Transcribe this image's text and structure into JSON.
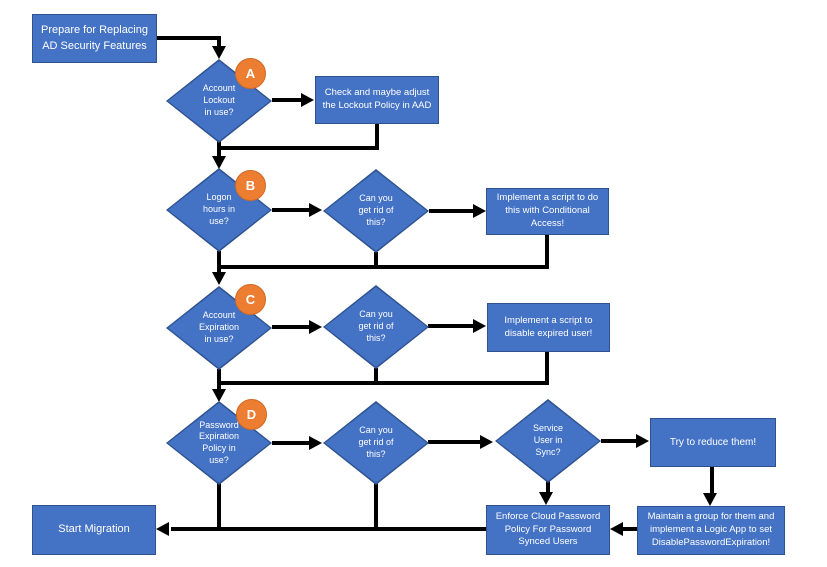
{
  "colors": {
    "node_fill": "#4472C4",
    "node_border": "#2F528F",
    "badge_fill": "#ED7D31",
    "badge_border": "#CE6A24",
    "arrow": "#000000",
    "text": "#FFFFFF",
    "background": "#FFFFFF"
  },
  "nodes": {
    "prepare": {
      "label": "Prepare for Replacing\nAD Security Features"
    },
    "account_lockout": {
      "badge": "A",
      "label": "Account\nLockout\nin use?"
    },
    "check_lockout_policy": {
      "label": "Check and maybe adjust\nthe Lockout Policy in AAD"
    },
    "logon_hours": {
      "badge": "B",
      "label": "Logon\nhours in\nuse?"
    },
    "can_get_rid_b": {
      "label": "Can you\nget rid of\nthis?"
    },
    "conditional_access": {
      "label": "Implement a script to do\nthis with Conditional\nAccess!"
    },
    "account_expiration": {
      "badge": "C",
      "label": "Account\nExpiration\nin use?"
    },
    "can_get_rid_c": {
      "label": "Can you\nget rid of\nthis?"
    },
    "disable_expired": {
      "label": "Implement a script to\ndisable expired user!"
    },
    "password_expiration": {
      "badge": "D",
      "label": "Password\nExpiration\nPolicy in\nuse?"
    },
    "can_get_rid_d": {
      "label": "Can you\nget rid of\nthis?"
    },
    "service_user_sync": {
      "label": "Service\nUser in\nSync?"
    },
    "try_reduce": {
      "label": "Try to reduce them!"
    },
    "maintain_group": {
      "label": "Maintain a group for them and\nimplement a Logic App to set\nDisablePasswordExpiration!"
    },
    "enforce_cloud_policy": {
      "label": "Enforce Cloud Password\nPolicy For Password\nSynced Users"
    },
    "start_migration": {
      "label": "Start Migration"
    }
  }
}
